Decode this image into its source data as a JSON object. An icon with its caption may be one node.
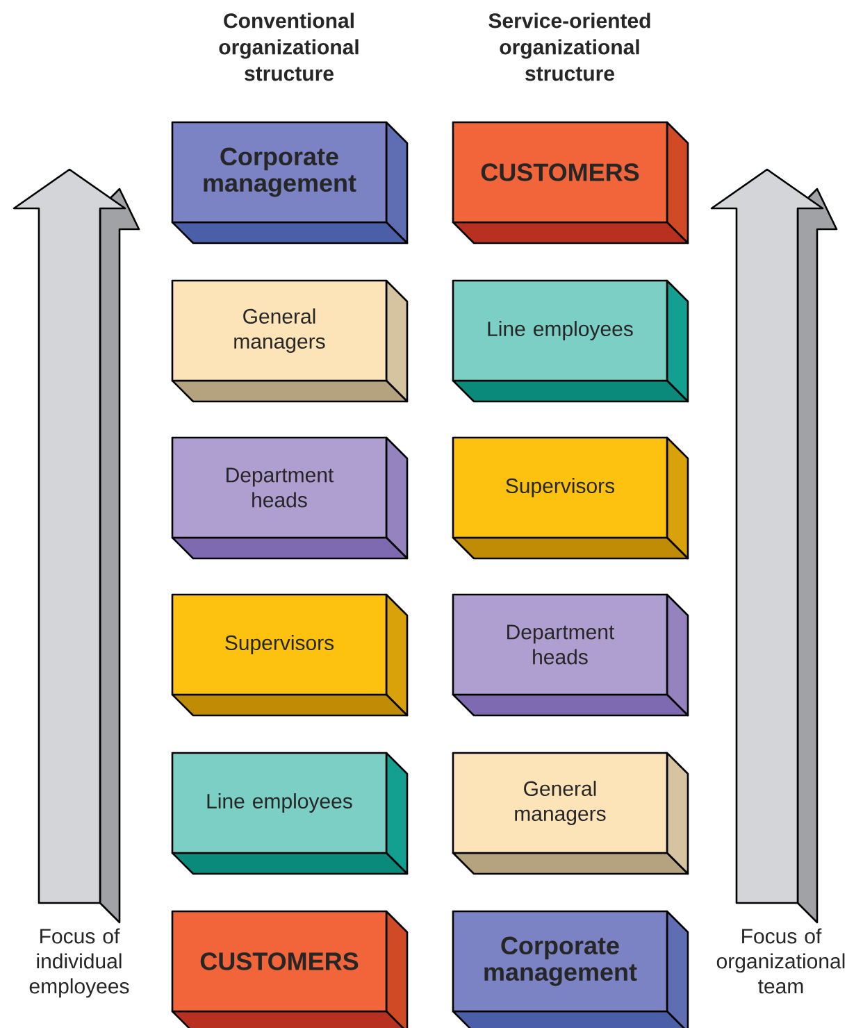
{
  "diagram": {
    "nodes": [
      {
        "text": [
          "Corporate management"
        ]
      },
      {
        "text": [
          "General managers"
        ]
      },
      {
        "text": [
          "Department heads"
        ]
      },
      {
        "text": [
          "Supervisors"
        ]
      },
      {
        "text": [
          "Line employees"
        ]
      },
      {
        "text": [
          "CUSTOMERS"
        ]
      },
      {
        "text": [
          "CUSTOMERS"
        ]
      },
      {
        "text": [
          "Line employees"
        ]
      },
      {
        "text": [
          "Supervisors"
        ]
      },
      {
        "text": [
          "Department heads"
        ]
      },
      {
        "text": [
          "General managers"
        ]
      },
      {
        "text": [
          "Corporate management"
        ]
      }
    ],
    "labels": [
      "Conventional organizational structure",
      "Service-oriented organizational structure",
      "Focus of individual employees",
      "Focus of organizational team"
    ]
  }
}
